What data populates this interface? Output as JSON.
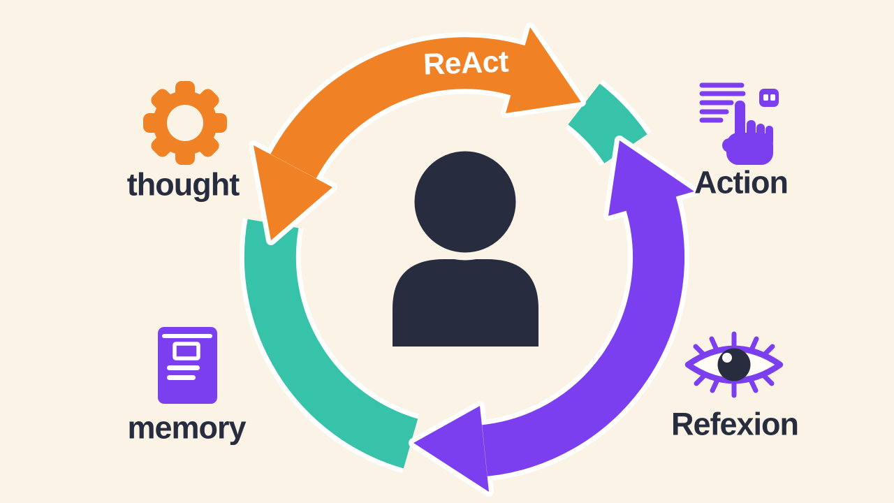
{
  "diagram": {
    "title": "ReAct",
    "center_icon": "person-icon",
    "colors": {
      "background": "#faf3e6",
      "orange": "#f08124",
      "teal": "#36c3a9",
      "purple": "#7c3ff0",
      "dark": "#272c3e",
      "separator": "#ffffff"
    },
    "nodes": [
      {
        "id": "thought",
        "label": "thought",
        "icon": "gear-icon",
        "icon_color": "#f08124",
        "position": "top-left"
      },
      {
        "id": "action",
        "label": "Action",
        "icon": "tap-list-icon",
        "icon_color": "#7c3ff0",
        "position": "top-right"
      },
      {
        "id": "memory",
        "label": "memory",
        "icon": "notebook-icon",
        "icon_color": "#7c3ff0",
        "position": "bottom-left"
      },
      {
        "id": "reflexion",
        "label": "Refexion",
        "icon": "eye-icon",
        "icon_color": "#7c3ff0",
        "position": "bottom-right"
      }
    ],
    "cycle_segments": [
      {
        "color": "#f08124",
        "type": "double-headed-arrow",
        "position": "top",
        "arrowheads": [
          "down-left",
          "right"
        ]
      },
      {
        "color": "#36c3a9",
        "type": "connector",
        "position": "upper-right",
        "arrowheads": []
      },
      {
        "color": "#7c3ff0",
        "type": "double-headed-arrow",
        "position": "right-bottom",
        "arrowheads": [
          "up",
          "left"
        ]
      },
      {
        "color": "#36c3a9",
        "type": "connector",
        "position": "left",
        "arrowheads": []
      }
    ]
  }
}
